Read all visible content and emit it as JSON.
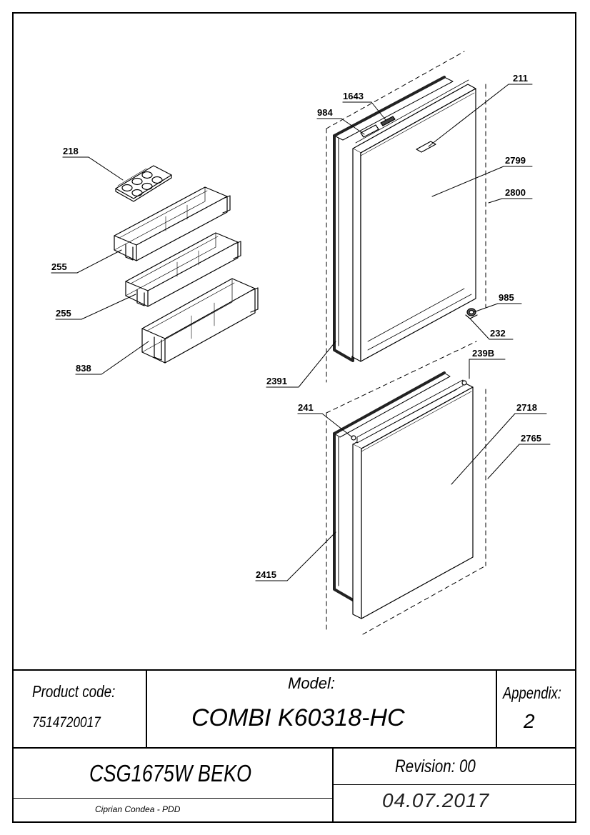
{
  "part_labels": {
    "p218": "218",
    "p255a": "255",
    "p255b": "255",
    "p838": "838",
    "p1643": "1643",
    "p984": "984",
    "p211": "211",
    "p2799": "2799",
    "p2800": "2800",
    "p985": "985",
    "p232": "232",
    "p2391": "2391",
    "p239B": "239B",
    "p241": "241",
    "p2718": "2718",
    "p2765": "2765",
    "p2415": "2415"
  },
  "title_block": {
    "product_code_label": "Product code:",
    "product_code_value": "7514720017",
    "model_label": "Model:",
    "model_value": "COMBI K60318-HC",
    "appendix_label": "Appendix:",
    "appendix_value": "2",
    "product_name": "CSG1675W BEKO",
    "revision": "Revision: 00",
    "author": "Ciprian Condea - PDD",
    "date": "04.07.2017"
  }
}
